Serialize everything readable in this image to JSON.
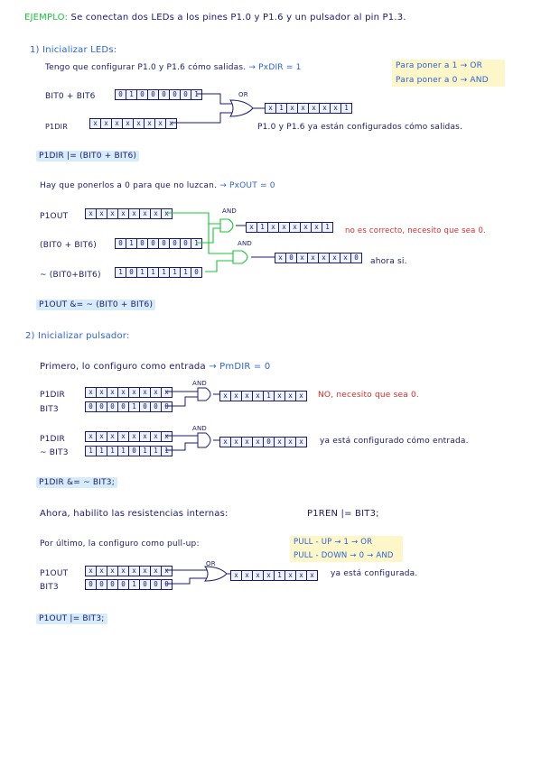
{
  "title": {
    "prefix": "EJEMPLO:",
    "text": "Se conectan  dos LEDs  a los pines  P1.0 y P1.6 y un pulsador  al pin P1.3."
  },
  "s1": {
    "heading": "1) Inicializar LEDs:",
    "line1": "Tengo que configurar  P1.0  y P1.6 cómo salidas.",
    "line1_arrow": "→ PxDIR = 1",
    "note1": "Para poner a 1 → OR",
    "note2": "Para poner a 0 → AND",
    "bit_label": "BIT0 + BIT6",
    "bit_reg": [
      "0",
      "1",
      "0",
      "0",
      "0",
      "0",
      "0",
      "1"
    ],
    "or_label": "OR",
    "dir_label": "P1DIR",
    "dir_reg": [
      "x",
      "x",
      "x",
      "x",
      "x",
      "x",
      "x",
      "x"
    ],
    "out_reg": [
      "x",
      "1",
      "x",
      "x",
      "x",
      "x",
      "x",
      "1"
    ],
    "done": "P1.0 y P1.6 ya están configurados cómo salidas.",
    "formula": "P1DIR |= (BIT0 + BIT6)",
    "line2": "Hay que ponerlos a 0 para que no luzcan.",
    "line2_arrow": "→ PxOUT = 0",
    "p1out_label": "P1OUT",
    "p1out_reg": [
      "x",
      "x",
      "x",
      "x",
      "x",
      "x",
      "x",
      "x"
    ],
    "and_label": "AND",
    "wrong_reg": [
      "x",
      "1",
      "x",
      "x",
      "x",
      "x",
      "x",
      "1"
    ],
    "wrong_note": "no es correcto, necesito  que sea 0.",
    "bits2_label": "(BIT0 + BIT6)",
    "bits2_reg": [
      "0",
      "1",
      "0",
      "0",
      "0",
      "0",
      "0",
      "1"
    ],
    "and2_label": "AND",
    "right_reg": [
      "x",
      "0",
      "x",
      "x",
      "x",
      "x",
      "x",
      "0"
    ],
    "right_note": "ahora si.",
    "neg_label": "~ (BIT0+BIT6)",
    "neg_reg": [
      "1",
      "0",
      "1",
      "1",
      "1",
      "1",
      "1",
      "0"
    ],
    "formula2": "P1OUT &= ~ (BIT0 + BIT6)"
  },
  "s2": {
    "heading": "2) Inicializar pulsador:",
    "line1": "Primero, lo configuro como entrada",
    "line1_arrow": "→ PmDIR = 0",
    "p1dir_label": "P1DIR",
    "p1dir_reg": [
      "x",
      "x",
      "x",
      "x",
      "x",
      "x",
      "x",
      "x"
    ],
    "and_label": "AND",
    "bit3_label": "BIT3",
    "bit3_reg": [
      "0",
      "0",
      "0",
      "0",
      "1",
      "0",
      "0",
      "0"
    ],
    "wrong_reg": [
      "x",
      "x",
      "x",
      "x",
      "1",
      "x",
      "x",
      "x"
    ],
    "wrong_note": "NO, necesito  que sea 0.",
    "p1dir2_label": "P1DIR",
    "p1dir2_reg": [
      "x",
      "x",
      "x",
      "x",
      "x",
      "x",
      "x",
      "x"
    ],
    "and2_label": "AND",
    "nbit3_label": "~ BIT3",
    "nbit3_reg": [
      "1",
      "1",
      "1",
      "1",
      "0",
      "1",
      "1",
      "1"
    ],
    "right_reg": [
      "x",
      "x",
      "x",
      "x",
      "0",
      "x",
      "x",
      "x"
    ],
    "right_note": "ya está configurado cómo entrada.",
    "formula": "P1DIR &= ~ BIT3;",
    "line2": "Ahora, habilito las resistencias internas:",
    "line2_formula": "P1REN |= BIT3;",
    "line3": "Por último, la configuro como pull-up:",
    "pu_note1": "PULL - UP → 1   → OR",
    "pu_note2": "PULL - DOWN → 0 → AND",
    "p1out_label": "P1OUT",
    "p1out_reg": [
      "x",
      "x",
      "x",
      "x",
      "x",
      "x",
      "x",
      "x"
    ],
    "or_label": "OR",
    "bit3b_label": "BIT3",
    "bit3b_reg": [
      "0",
      "0",
      "0",
      "0",
      "1",
      "0",
      "0",
      "0"
    ],
    "res_reg": [
      "x",
      "x",
      "x",
      "x",
      "1",
      "x",
      "x",
      "x"
    ],
    "res_note": "ya está  configurada.",
    "formula2": "P1OUT |= BIT3;"
  }
}
